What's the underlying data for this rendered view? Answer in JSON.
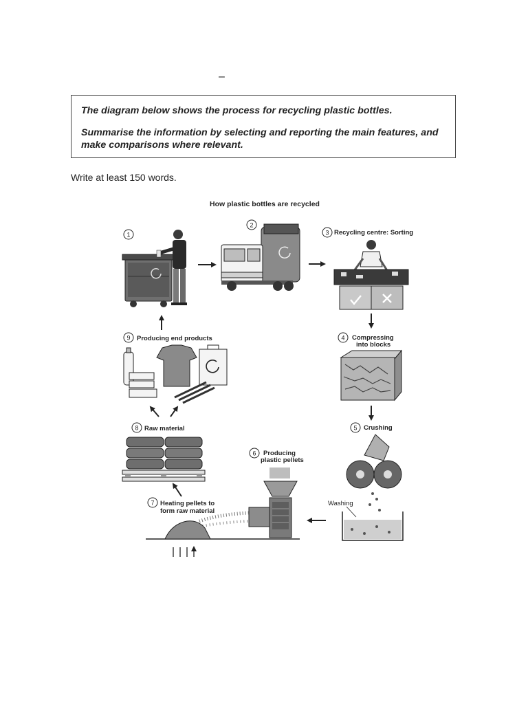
{
  "page": {
    "dash": "–",
    "task": {
      "line1": "The diagram below shows the process for recycling plastic bottles.",
      "line2": "Summarise the information by selecting and reporting the main features, and make comparisons where relevant."
    },
    "instruction": "Write at least 150 words."
  },
  "diagram": {
    "title": "How plastic bottles are recycled",
    "steps": [
      {
        "num": "1",
        "lines": []
      },
      {
        "num": "2",
        "lines": []
      },
      {
        "num": "3",
        "lines": [
          "Recycling centre: Sorting"
        ]
      },
      {
        "num": "4",
        "lines": [
          "Compressing",
          "into blocks"
        ]
      },
      {
        "num": "5",
        "lines": [
          "Crushing"
        ]
      },
      {
        "num": "6",
        "lines": [
          "Producing",
          "plastic pellets"
        ]
      },
      {
        "num": "7",
        "lines": [
          "Heating pellets to",
          "form raw material"
        ]
      },
      {
        "num": "8",
        "lines": [
          "Raw material"
        ]
      },
      {
        "num": "9",
        "lines": [
          "Producing end products"
        ]
      }
    ],
    "washing_label": "Washing",
    "colors": {
      "ink": "#222222",
      "mid": "#8a8a8a",
      "light": "#d6d6d6",
      "dark": "#4a4a4a"
    },
    "icons": [
      "recycling-bin-icon",
      "garbage-truck-icon",
      "sorting-conveyor-icon",
      "compressed-block-icon",
      "crusher-icon",
      "pellet-machine-icon",
      "heat-pile-icon",
      "pallet-stack-icon",
      "end-products-icon"
    ]
  }
}
